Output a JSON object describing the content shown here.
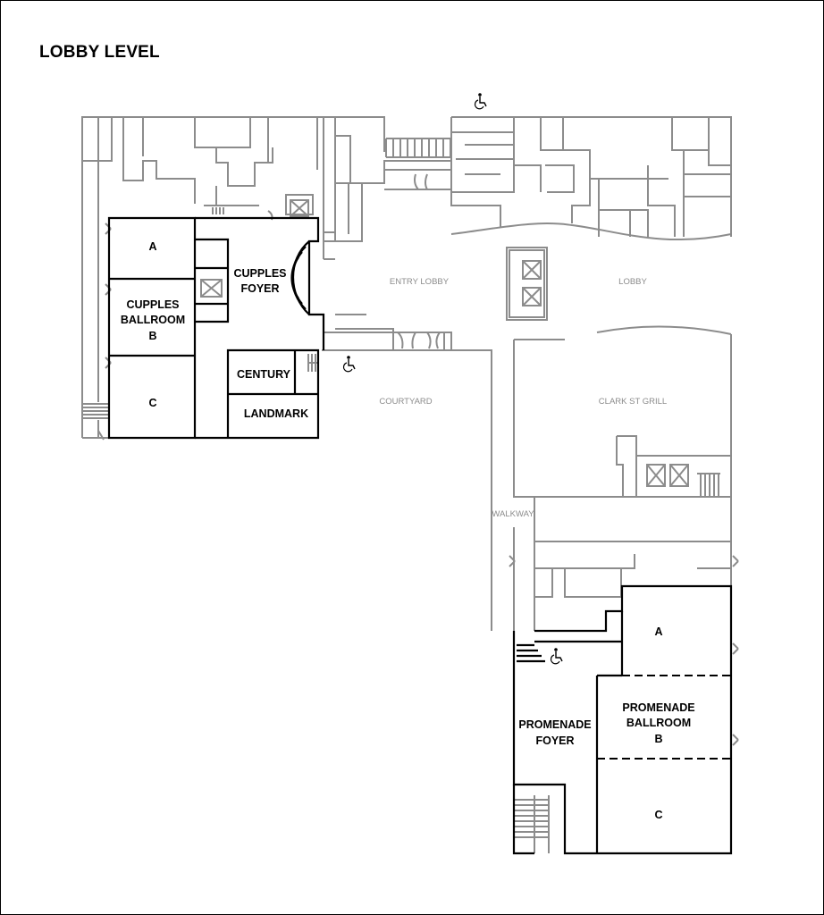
{
  "title": "LOBBY LEVEL",
  "rooms": {
    "cupples_a": "A",
    "cupples_ballroom_l1": "CUPPLES",
    "cupples_ballroom_l2": "BALLROOM",
    "cupples_ballroom_l3": "B",
    "cupples_c": "C",
    "cupples_foyer_l1": "CUPPLES",
    "cupples_foyer_l2": "FOYER",
    "century": "CENTURY",
    "landmark": "LANDMARK",
    "promenade_a": "A",
    "promenade_ballroom_l1": "PROMENADE",
    "promenade_ballroom_l2": "BALLROOM",
    "promenade_ballroom_l3": "B",
    "promenade_c": "C",
    "promenade_foyer_l1": "PROMENADE",
    "promenade_foyer_l2": "FOYER"
  },
  "areas": {
    "entry_lobby": "ENTRY LOBBY",
    "lobby": "LOBBY",
    "courtyard": "COURTYARD",
    "clark_st_grill": "CLARK ST GRILL",
    "walkway": "WALKWAY"
  },
  "icons": {
    "accessible": "wheelchair-icon",
    "elevator": "elevator-icon",
    "stairs": "stairs-icon",
    "door": "door-swing-icon"
  },
  "colors": {
    "meeting_room_outline": "#000000",
    "building_outline": "#8c8c8c"
  }
}
